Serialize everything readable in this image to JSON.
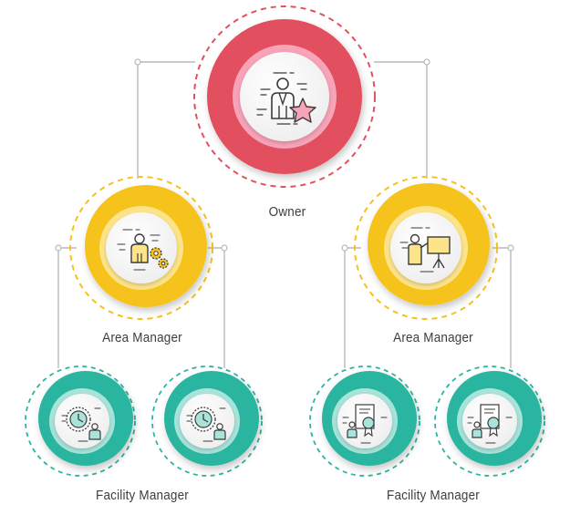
{
  "colors": {
    "owner": "#e2505f",
    "owner_dark": "#c73a4a",
    "owner_inner": "#f7a3b8",
    "area": "#f6c21b",
    "area_dark": "#e0a512",
    "area_inner": "#fde48a",
    "facility": "#2bb5a0",
    "facility_dark": "#1f9785",
    "facility_inner": "#a8e4da",
    "connector": "#b9b9b9",
    "icon_line": "#3b3b3b"
  },
  "nodes": {
    "owner": {
      "label": "Owner",
      "icon": "person-with-star-icon"
    },
    "area_left": {
      "label": "Area Manager",
      "icon": "person-with-gears-icon"
    },
    "area_right": {
      "label": "Area Manager",
      "icon": "person-at-presentation-board-icon"
    },
    "facility_group_left": {
      "label": "Facility Manager",
      "icon": "clock-with-person-icon"
    },
    "facility_group_right": {
      "label": "Facility Manager",
      "icon": "person-with-certificate-icon"
    }
  }
}
